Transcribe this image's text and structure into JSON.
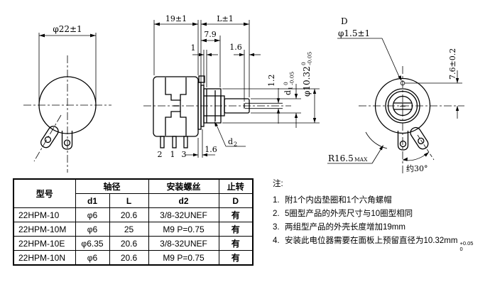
{
  "front_view": {
    "dim_outer_diameter": "φ22±1"
  },
  "side_view": {
    "dim_body_depth": "19±1",
    "dim_shaft_length": "L±1",
    "dim_bushing_length": "7.9",
    "dim_washer_thickness": "1",
    "dim_slot_depth": "1.6",
    "dim_mount_face": "1.6",
    "dim_slot_width": "1.2",
    "shaft_dia_label": {
      "main": "d",
      "sub": "1",
      "tol_upper": "0",
      "tol_lower": "-0.05"
    },
    "bushing_dia_label": {
      "main": "φ10.32",
      "tol_upper": "0",
      "tol_lower": "-0.05"
    },
    "thread_label": {
      "main": "d",
      "sub": "2"
    },
    "pin_labels": [
      "2",
      "1",
      "3"
    ]
  },
  "rear_view": {
    "pin_hole_label": "D",
    "dim_pin_hole_diameter": "φ1.5±1",
    "dim_pin_hole_offset": "7.6±0.2",
    "dim_max_radius": "R16.5",
    "dim_max_radius_suffix": "MAX",
    "dim_lug_angle": "约30°"
  },
  "table": {
    "header": {
      "model": "型号",
      "shaft": "轴径",
      "shaft_d1": "d1",
      "shaft_len": "L",
      "screw": "安装螺丝",
      "screw_d2": "d2",
      "stop": "止转",
      "stop_d": "D"
    },
    "rows": [
      {
        "model": "22HPM-10",
        "d1": "φ6",
        "l": "20.6",
        "d2": "3/8-32UNEF",
        "d": "有"
      },
      {
        "model": "22HPM-10M",
        "d1": "φ6",
        "l": "25",
        "d2": "M9  P=0.75",
        "d": "有"
      },
      {
        "model": "22HPM-10E",
        "d1": "φ6.35",
        "l": "20.6",
        "d2": "3/8-32UNEF",
        "d": "有"
      },
      {
        "model": "22HPM-10N",
        "d1": "φ6",
        "l": "20.6",
        "d2": "M9  P=0.75",
        "d": "有"
      }
    ]
  },
  "notes": {
    "title": "注:",
    "items": [
      {
        "num": "1.",
        "text": "附1个内齿垫圈和1个六角螺帽"
      },
      {
        "num": "2.",
        "text": "5圈型产品的外壳尺寸与10圈型相同"
      },
      {
        "num": "3.",
        "text": "两组型产品的外壳长度增加19mm"
      },
      {
        "num": "4.",
        "text": "安装此电位器需要在面板上预留直径为10.32mm",
        "tol_upper": "+0.05",
        "tol_lower": "0"
      }
    ]
  }
}
